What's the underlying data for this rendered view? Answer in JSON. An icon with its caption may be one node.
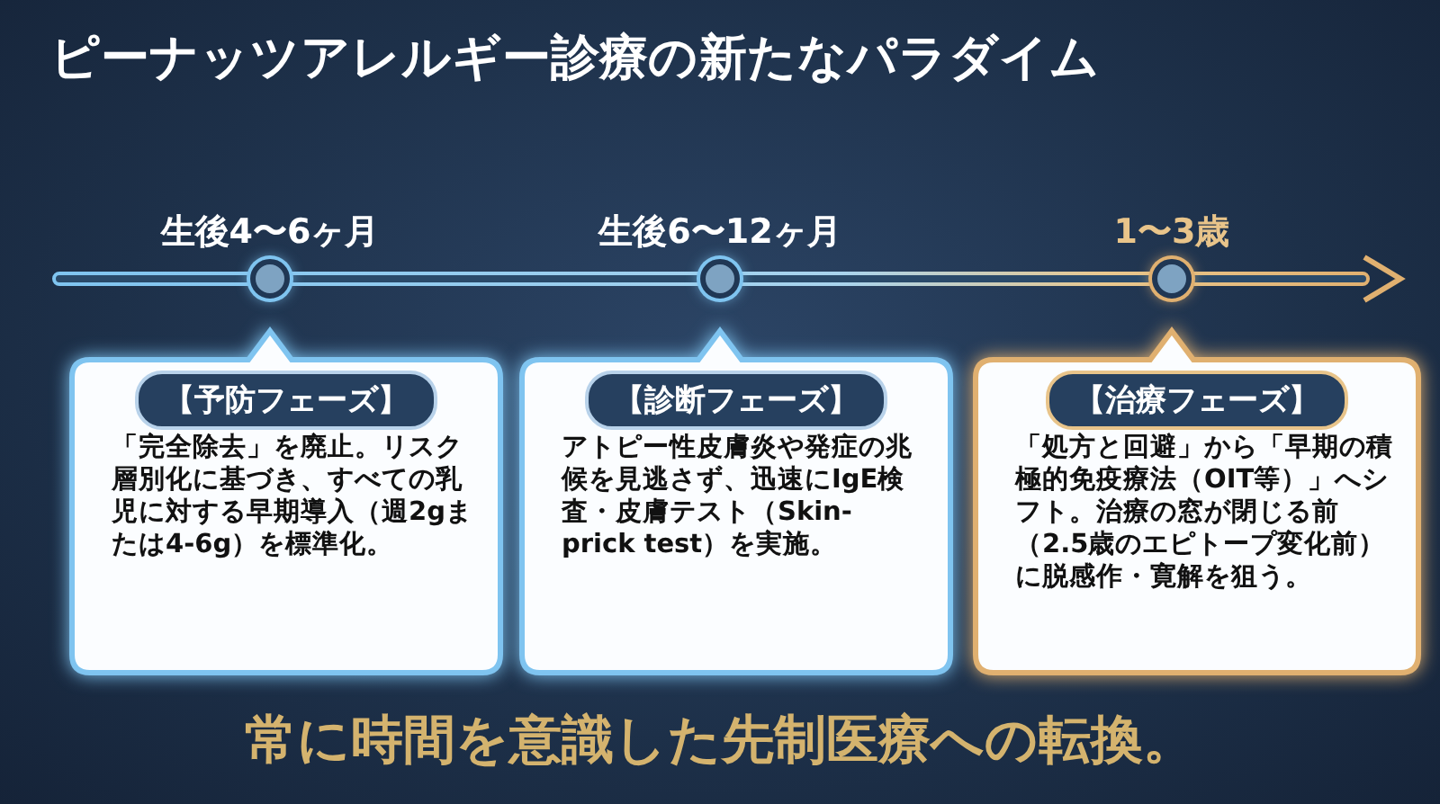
{
  "diagram": {
    "title": "ピーナッツアレルギー診療の新たなパラダイム",
    "nodes": [
      {
        "text": [],
        "shape": "circle",
        "beside": [
          "生後4〜6ヶ月"
        ]
      },
      {
        "text": [],
        "shape": "circle",
        "beside": [
          "生後6〜12ヶ月"
        ]
      },
      {
        "text": [],
        "shape": "circle",
        "beside": [
          "1〜3歳"
        ]
      },
      {
        "text": [
          "【予防フェーズ】",
          "「完全除去」を廃止。リスク層別化に基づき、すべての乳児に対する早期導入（週2gまたは4-6g）を標準化。"
        ]
      },
      {
        "text": [
          "【診断フェーズ】",
          "アトピー性皮膚炎や発症の兆候を見逃さず、迅速にIgE検査・皮膚テスト（Skin-prick test）を実施。"
        ]
      },
      {
        "text": [
          "【治療フェーズ】",
          "「処方と回避」から「早期の積極的免疫療法（OIT等）」へシフト。治療の窓が閉じる前（2.5歳のエピトープ変化前）に脱感作・寛解を狙う。"
        ]
      }
    ],
    "caption": "常に時間を意識した先制医療への転換。"
  }
}
